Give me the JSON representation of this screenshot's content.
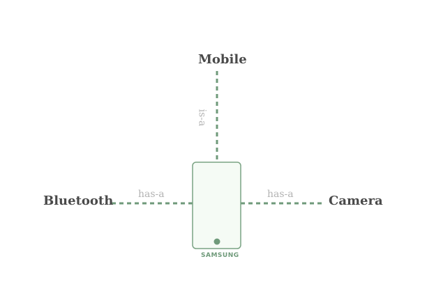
{
  "nodes": {
    "top": "Mobile",
    "left": "Bluetooth",
    "right": "Camera"
  },
  "edges": {
    "top": "is-a",
    "left": "has-a",
    "right": "has-a"
  },
  "device": {
    "brand": "SAMSUNG"
  },
  "colors": {
    "line": "#6f9a7a",
    "device_fill": "#f5fbf5",
    "device_stroke": "#7aa383",
    "node_text": "#4a4a4a",
    "edge_text": "#b3b3b3"
  }
}
